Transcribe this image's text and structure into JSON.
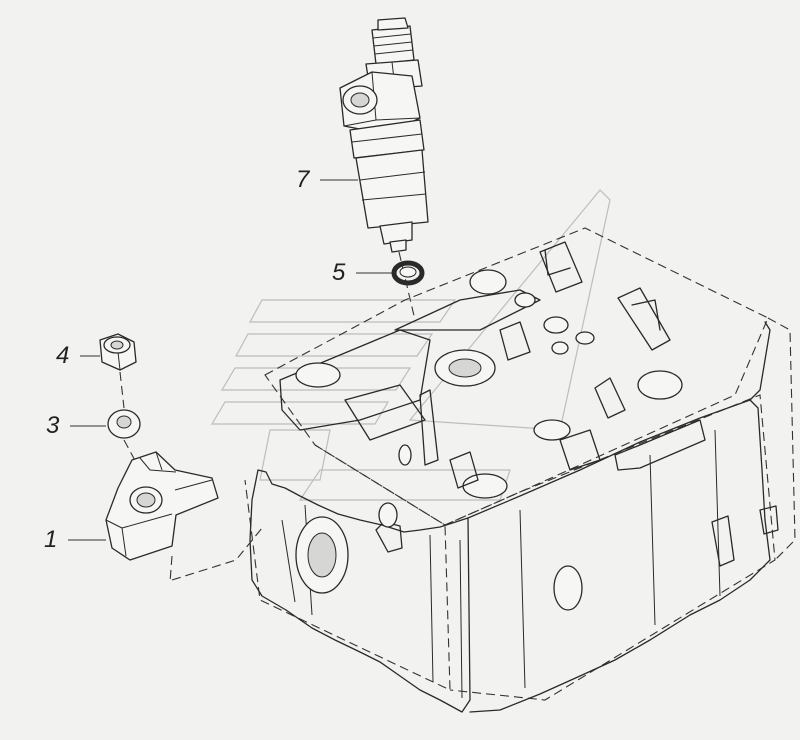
{
  "callouts": {
    "c1": "1",
    "c3": "3",
    "c4": "4",
    "c5": "5",
    "c7": "7"
  },
  "colors": {
    "background": "#f2f2f0",
    "line": "#2a2a2a",
    "watermark": "#bdbdbd"
  }
}
